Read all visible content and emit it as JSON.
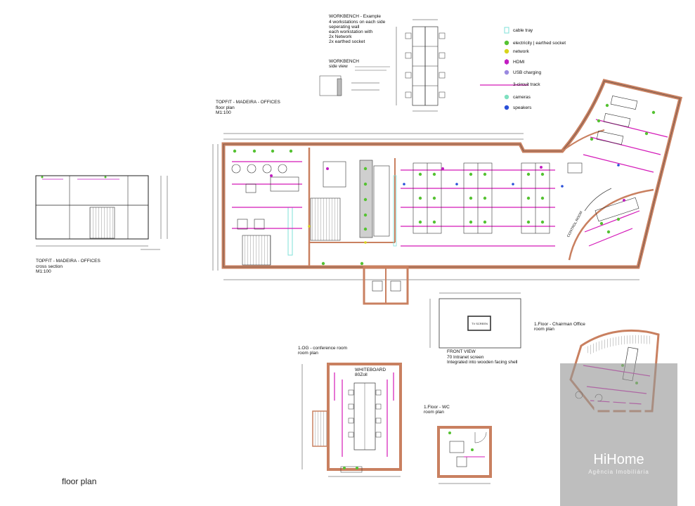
{
  "drawing": {
    "footer_label": "floor plan",
    "section_title": "TOPFIT - MADEIRA - OFFICES",
    "section_subtitle": "cross section",
    "section_scale": "M1:100",
    "plan_title": "TOPFIT - MADEIRA - OFFICES",
    "plan_subtitle": "floor plan",
    "plan_scale": "M1:100",
    "workbench_title": "WORKBENCH - Example",
    "workbench_lines": [
      "4 workstations on each side",
      "seperating wall",
      "each workstation with",
      "2x Network",
      "2x earthed socket"
    ],
    "workbench_side_title": "WORKBENCH",
    "workbench_side_sub": "side view",
    "front_view_title": "FRONT VIEW",
    "front_view_line1": "70 Intranet screen",
    "front_view_line2": "Integrated into wooden facing shell",
    "chairman_title": "1.Floor - Chairman Office",
    "chairman_sub": "room plan",
    "conference_title": "1.OG - conference room",
    "conference_sub": "room plan",
    "wc_title": "1.Floor - WC",
    "wc_sub": "room plan",
    "whiteboard_line1": "WHITEBOARD",
    "whiteboard_line2": "80Zoll",
    "control_room": "CONTROL ROOM",
    "screen_label": "TV SCREEN"
  },
  "legend": [
    {
      "label": "cable tray",
      "color": "#7fe0d8",
      "shape": "outline"
    },
    {
      "label": "electricity | earthed socket",
      "color": "#55c232",
      "shape": "dot"
    },
    {
      "label": "network",
      "color": "#d8d41c",
      "shape": "dot"
    },
    {
      "label": "HDMI",
      "color": "#c21ec2",
      "shape": "hex"
    },
    {
      "label": "USB charging",
      "color": "#9a8ae0",
      "shape": "dot"
    },
    {
      "label": "3-circuit track",
      "color": "#d419b8",
      "shape": "line"
    },
    {
      "label": "cameras",
      "color": "#7fe0c0",
      "shape": "dot"
    },
    {
      "label": "speakers",
      "color": "#2a4fd8",
      "shape": "dot"
    }
  ],
  "watermark": {
    "brand": "HiHome",
    "tagline": "Agência Imobiliária"
  }
}
